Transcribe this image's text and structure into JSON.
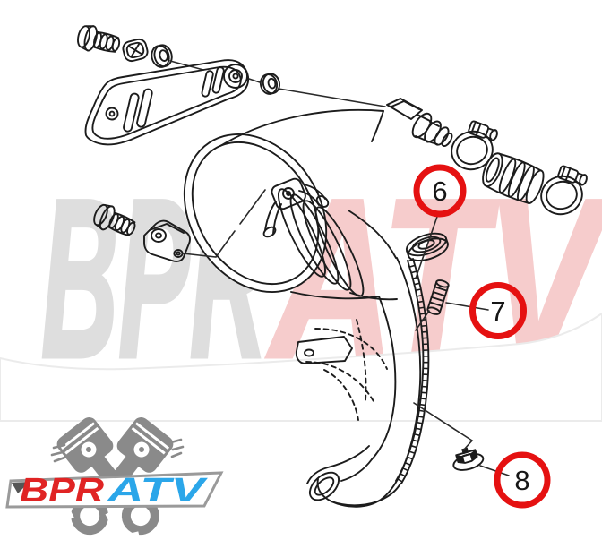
{
  "watermark": {
    "text_left": "BPR",
    "text_right": "ATV"
  },
  "logo": {
    "text_left": "BPR",
    "text_right": "ATV"
  },
  "callouts": [
    {
      "label": "6"
    },
    {
      "label": "7"
    },
    {
      "label": "8"
    }
  ],
  "colors": {
    "background": "#ffffff",
    "line_art": "#1c1c1c",
    "leader_line": "#2a2a2a",
    "callout_ring": "#e51111",
    "callout_text": "#161616",
    "watermark_gray": "#dedede",
    "watermark_pink": "#f6cccc",
    "swoosh_edge": "#ebebeb",
    "logo_red": "#e02424",
    "logo_blue": "#2ba6e9",
    "logo_gray": "#8a8a8a",
    "banner_border": "#9a9a9a"
  }
}
